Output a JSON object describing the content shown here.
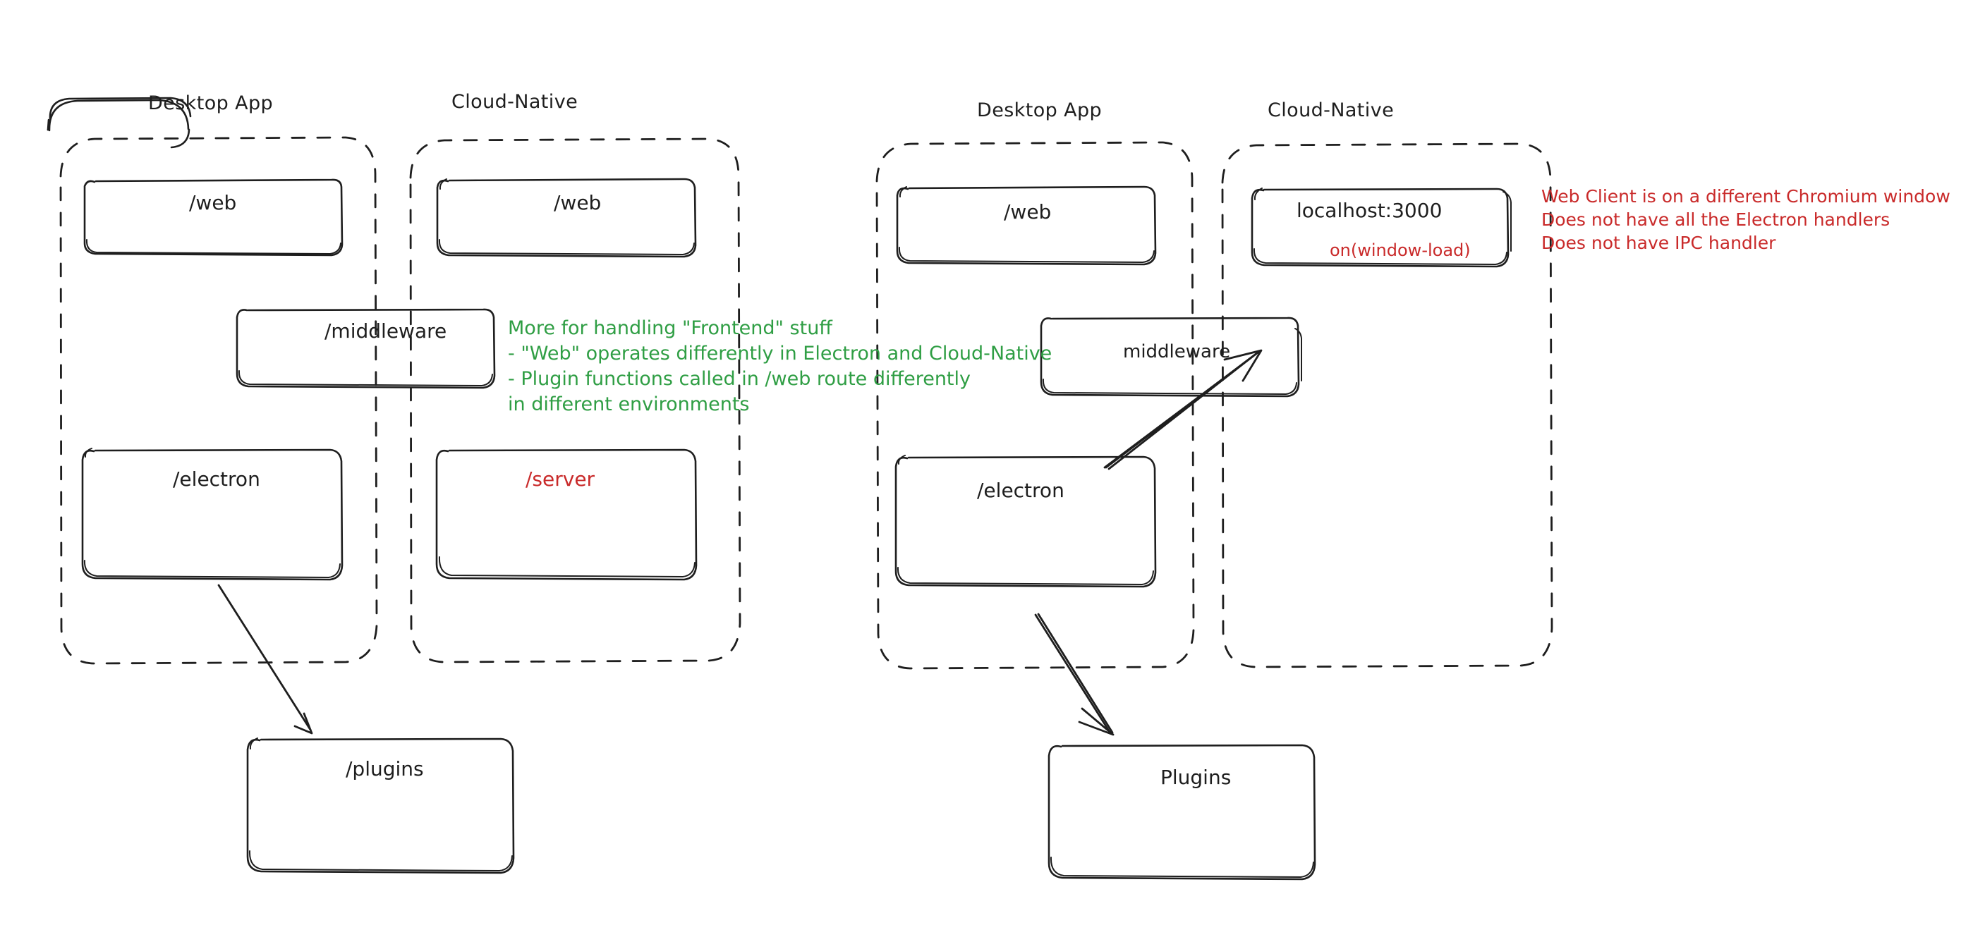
{
  "diagram": {
    "title": "Electron Desktop App vs Cloud-Native architecture sketch",
    "style": "hand-drawn-excalidraw",
    "colors": {
      "stroke": "#1e1e1e",
      "green_note": "#2f9e44",
      "red_note": "#c92a2a",
      "background": "#ffffff"
    }
  },
  "left_diagram": {
    "groups": [
      {
        "title": "Desktop App",
        "boxes": [
          {
            "label": "/web"
          },
          {
            "label": "/middleware"
          },
          {
            "label": "/electron"
          }
        ]
      },
      {
        "title": "Cloud-Native",
        "boxes": [
          {
            "label": "/web"
          },
          {
            "label": "/server",
            "color": "#c92a2a"
          }
        ]
      }
    ],
    "plugins_box": {
      "label": "/plugins"
    },
    "notes": {
      "green": [
        "More for handling \"Frontend\" stuff",
        "- \"Web\" operates differently in Electron and Cloud-Native",
        "- Plugin functions called in /web route differently",
        "in different environments"
      ]
    }
  },
  "right_diagram": {
    "groups": [
      {
        "title": "Desktop App",
        "boxes": [
          {
            "label": "/web"
          },
          {
            "label": "middleware"
          },
          {
            "label": "/electron"
          }
        ]
      },
      {
        "title": "Cloud-Native",
        "boxes": [
          {
            "label": "localhost:3000",
            "sub_label": "on(window-load)",
            "sub_color": "#c92a2a"
          }
        ]
      }
    ],
    "plugins_box": {
      "label": "Plugins"
    },
    "notes": {
      "red": [
        "Web Client is on a different Chromium window",
        "Does not have all the Electron handlers",
        "Does not have IPC handler"
      ]
    }
  }
}
